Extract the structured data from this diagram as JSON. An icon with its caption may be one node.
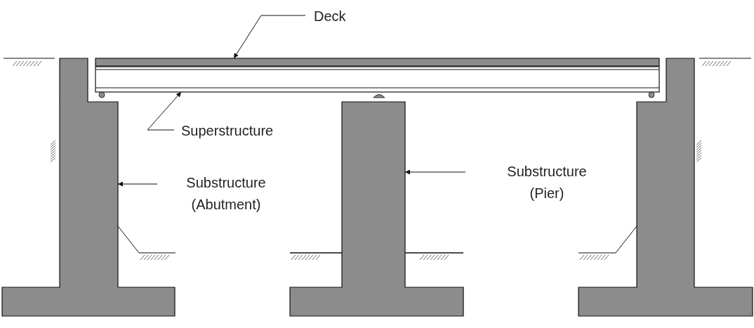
{
  "diagram": {
    "nodes": [
      {
        "text": [
          "Deck"
        ]
      },
      {
        "text": [
          "Superstructure"
        ]
      },
      {
        "text": [
          "Substructure (Abutment)"
        ]
      },
      {
        "text": [
          "Substructure (Pier)"
        ]
      },
      {
        "text": [],
        "shape": "bar"
      },
      {
        "text": [],
        "shape": "bar"
      },
      {
        "text": [],
        "shape": "box"
      },
      {
        "text": [],
        "shape": "box"
      },
      {
        "text": [],
        "shape": "box"
      }
    ],
    "edges": [
      {
        "from": 0,
        "to": 4,
        "arrow": "to"
      },
      {
        "from": 1,
        "to": 5,
        "arrow": "to"
      },
      {
        "from": 2,
        "to": 6,
        "arrow": "to"
      },
      {
        "from": 3,
        "to": 7,
        "arrow": "to"
      }
    ]
  }
}
